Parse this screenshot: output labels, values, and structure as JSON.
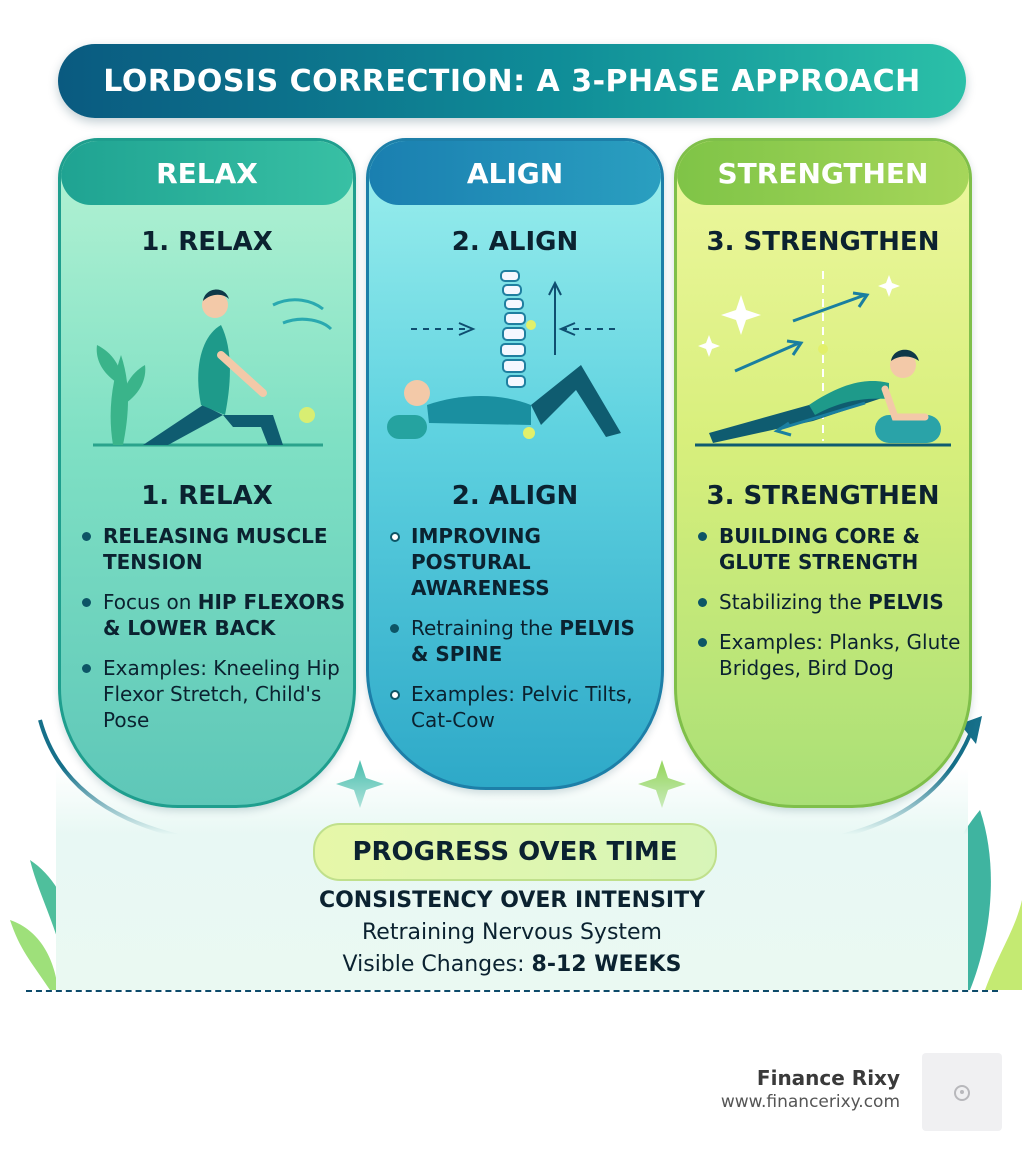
{
  "title": "LORDOSIS CORRECTION: A 3-PHASE APPROACH",
  "columns": [
    {
      "header": "RELAX",
      "phase_title_top": "1. RELAX",
      "phase_title_mid": "1. RELAX",
      "bullets": [
        {
          "bold": "RELEASING MUSCLE TENSION"
        },
        {
          "text": "Focus on ",
          "bold": "HIP FLEXORS & LOWER BACK"
        },
        {
          "text": "Examples: Kneeling Hip Flexor Stretch, Child's Pose"
        }
      ],
      "illustration_icon": "kneeling-stretch-icon"
    },
    {
      "header": "ALIGN",
      "phase_title_top": "2. ALIGN",
      "phase_title_mid": "2. ALIGN",
      "bullets": [
        {
          "bold": "IMPROVING POSTURAL AWARENESS"
        },
        {
          "text": "Retraining the ",
          "bold": "PELVIS & SPINE"
        },
        {
          "text": "Examples: Pelvic Tilts, Cat-Cow"
        }
      ],
      "illustration_icon": "spine-alignment-icon"
    },
    {
      "header": "STRENGTHEN",
      "phase_title_top": "3. STRENGTHEN",
      "phase_title_mid": "3. STRENGTHEN",
      "bullets": [
        {
          "bold": "BUILDING CORE & GLUTE STRENGTH"
        },
        {
          "text": "Stabilizing the ",
          "bold": "PELVIS"
        },
        {
          "text": "Examples: Planks, Glute Bridges, Bird Dog"
        }
      ],
      "illustration_icon": "plank-icon"
    }
  ],
  "progress": {
    "label": "PROGRESS OVER TIME",
    "line1": "CONSISTENCY OVER INTENSITY",
    "line2": "Retraining Nervous System",
    "line3_prefix": "Visible Changes: ",
    "line3_bold": "8-12 WEEKS"
  },
  "brand": {
    "name": "Finance Rixy",
    "url": "www.financerixy.com"
  },
  "colors": {
    "relax": "#5ec7b8",
    "align": "#2ea9c8",
    "strengthen": "#a9df76",
    "title_banner": "#0a5a80",
    "text": "#0b2230"
  }
}
